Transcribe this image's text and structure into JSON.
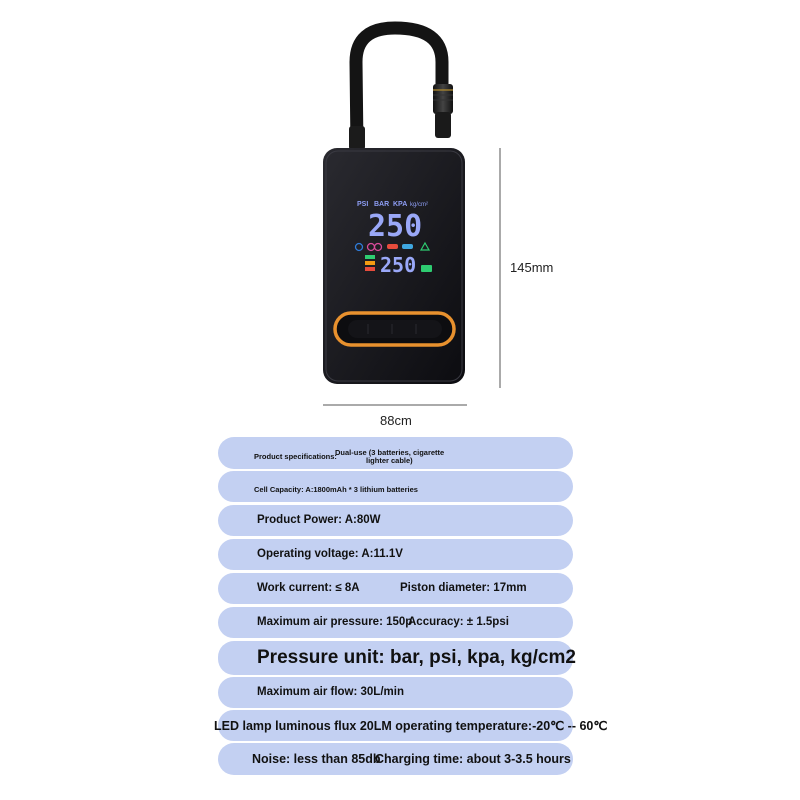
{
  "dimensions": {
    "height": "145mm",
    "width": "88cm"
  },
  "display": {
    "units": [
      "PSI",
      "BAR",
      "KPA",
      "kg/cm²"
    ],
    "main_value": "250",
    "sub_value": "250"
  },
  "specs": {
    "product_specifications_label": "Product specifications:",
    "product_specifications_value_line1": "Dual-use (3 batteries, cigarette",
    "product_specifications_value_line2": "lighter cable)",
    "cell_capacity": "Cell Capacity: A:1800mAh * 3 lithium batteries",
    "product_power": "Product Power: A:80W",
    "operating_voltage": "Operating voltage: A:11.1V",
    "work_current": "Work current: ≤ 8A",
    "piston_diameter": "Piston diameter: 17mm",
    "max_air_pressure": "Maximum air pressure: 150p",
    "accuracy": "Accuracy: ± 1.5psi",
    "pressure_unit": "Pressure unit: bar, psi, kpa, kg/cm2",
    "max_air_flow": "Maximum air flow: 30L/min",
    "led_lamp": "LED lamp luminous flux 20LM operating temperature:-20℃ -- 60℃",
    "noise": "Noise: less than 85db",
    "charging_time": "Charging time: about 3-3.5 hours"
  },
  "colors": {
    "row_background": "#c3d0f2",
    "device_body": "#16161a",
    "screen_digits": "#8e9ef5",
    "button_ring": "#e8912e",
    "indicator_green": "#2ecc71",
    "indicator_red": "#e74c3c",
    "indicator_orange": "#f39c12"
  }
}
